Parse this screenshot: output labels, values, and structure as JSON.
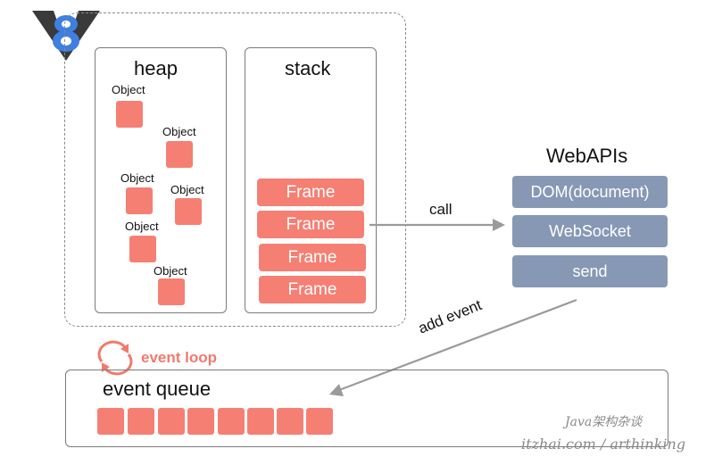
{
  "heap": {
    "title": "heap",
    "objects": [
      "Object",
      "Object",
      "Object",
      "Object",
      "Object",
      "Object"
    ]
  },
  "stack": {
    "title": "stack",
    "frames": [
      "Frame",
      "Frame",
      "Frame",
      "Frame"
    ]
  },
  "webapis": {
    "title": "WebAPIs",
    "items": [
      "DOM(document)",
      "WebSocket",
      "send"
    ]
  },
  "arrows": {
    "call": "call",
    "add_event": "add event"
  },
  "event_loop": {
    "label": "event loop"
  },
  "event_queue": {
    "title": "event queue",
    "slot_count": 8
  },
  "watermark": {
    "line1": "Java架构杂谈",
    "line2": "itzhai.com / arthinking"
  },
  "colors": {
    "object_fill": "#f57f73",
    "api_fill": "#8698b4",
    "v8_blue": "#3f7fe0",
    "event_loop_accent": "#f07a6c"
  },
  "icons": {
    "logo": "v8-logo-icon",
    "loop": "event-loop-cycle-icon"
  }
}
